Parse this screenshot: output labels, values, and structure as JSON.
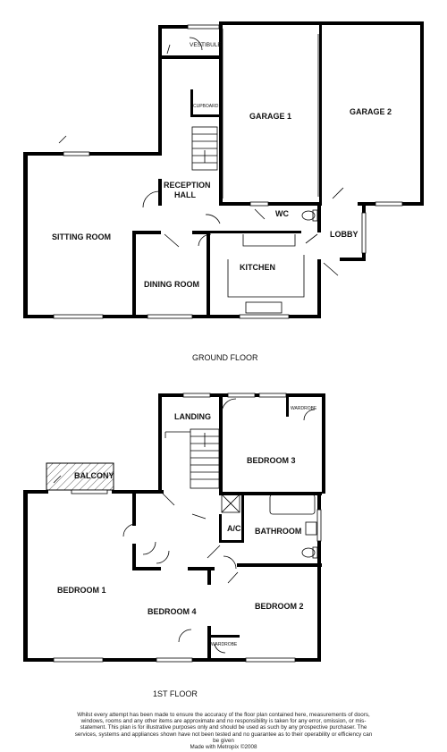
{
  "floors": {
    "ground": {
      "label": "GROUND FLOOR",
      "rooms": {
        "vestibule": "VESTIBULE",
        "cupboard": "CUPBOARD",
        "garage1": "GARAGE 1",
        "garage2": "GARAGE 2",
        "reception_line1": "RECEPTION",
        "reception_line2": "HALL",
        "sitting": "SITTING ROOM",
        "wc": "WC",
        "lobby": "LOBBY",
        "kitchen": "KITCHEN",
        "dining": "DINING ROOM"
      }
    },
    "first": {
      "label": "1ST FLOOR",
      "rooms": {
        "landing": "LANDING",
        "wardrobe_top": "WARDROBE",
        "bedroom3": "BEDROOM 3",
        "balcony": "BALCONY",
        "ac": "A/C",
        "bathroom": "BATHROOM",
        "bedroom1": "BEDROOM 1",
        "bedroom4": "BEDROOM 4",
        "bedroom2": "BEDROOM 2",
        "wardrobe_bottom": "WARDROBE"
      }
    }
  },
  "disclaimer": "Whilst every attempt has been made to ensure the accuracy of the floor plan contained here, measurements of doors, windows, rooms and any other items are approximate and no responsibility is taken for any error, omission, or mis-statement. This plan is for illustrative purposes only and should be used as such by any prospective purchaser. The services, systems and appliances shown have not been tested and no guarantee as to their operability or efficiency can be given",
  "credit": "Made with Metropix ©2008"
}
